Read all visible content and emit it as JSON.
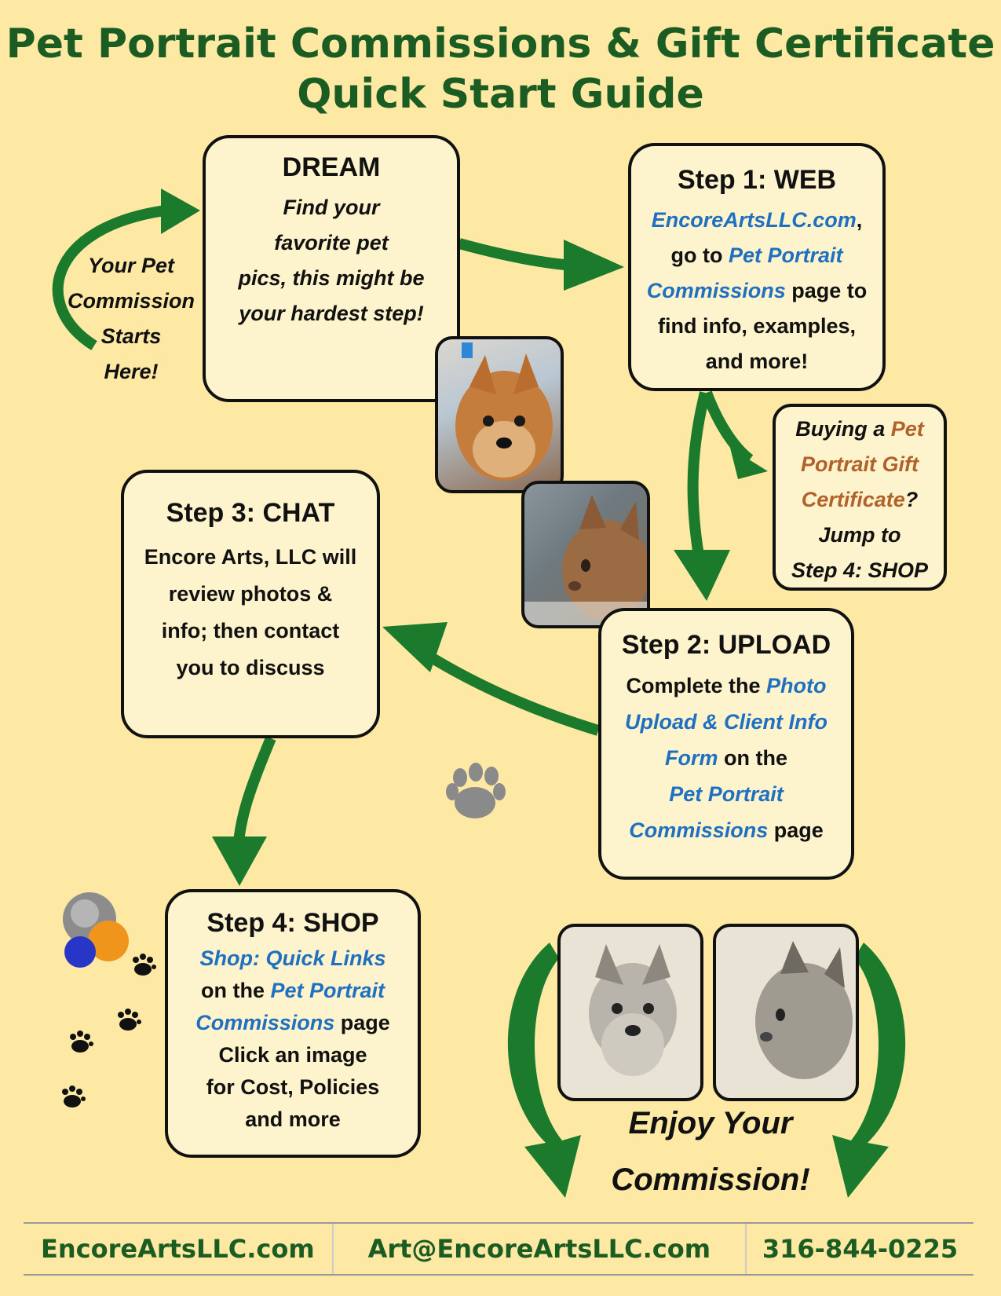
{
  "header": {
    "title_line1": "Pet Portrait Commissions & Gift Certificate",
    "title_line2": "Quick Start Guide"
  },
  "start_note": [
    "Your Pet",
    "Commission",
    "Starts",
    "Here!"
  ],
  "dream": {
    "heading": "DREAM",
    "lines": [
      "Find your",
      "favorite pet",
      "pics, this might be",
      "your hardest step!"
    ]
  },
  "step1": {
    "heading": "Step 1: WEB",
    "link_site": "EncoreArtsLLC.com",
    "comma": ",",
    "go_to": "go to ",
    "link_page1": "Pet Portrait",
    "link_page2": "Commissions",
    "page_to": " page to",
    "line4": "find info, examples,",
    "line5": "and more!"
  },
  "gift": {
    "buying": "Buying a ",
    "pet": "Pet",
    "portrait_gift": "Portrait Gift",
    "certificate": "Certificate",
    "qmark": "?",
    "jump": "Jump to",
    "target": "Step 4: SHOP"
  },
  "step2": {
    "heading": "Step 2: UPLOAD",
    "complete": "Complete the ",
    "photo": "Photo",
    "upload_info": "Upload & Client Info",
    "form": "Form",
    "on_the": " on the",
    "pet_portrait": "Pet Portrait",
    "commissions": "Commissions",
    "page": " page"
  },
  "step3": {
    "heading": "Step 3: CHAT",
    "lines": [
      "Encore Arts, LLC will",
      "review photos &",
      "info; then contact",
      "you to discuss"
    ]
  },
  "step4": {
    "heading": "Step 4: SHOP",
    "shop_links": "Shop: Quick Links",
    "on_the": "on the ",
    "pet_portrait": "Pet Portrait",
    "commissions": "Commissions",
    "page": " page",
    "line4": "Click an image",
    "line5": "for Cost, Policies",
    "line6": "and more"
  },
  "enjoy": {
    "line1": "Enjoy Your",
    "line2": "Commission!"
  },
  "footer": {
    "website": "EncoreArtsLLC.com",
    "email": "Art@EncoreArtsLLC.com",
    "phone": "316-844-0225"
  },
  "colors": {
    "title_green": "#1a5c22",
    "arrow_green": "#1b7a2c",
    "link_blue": "#1f70c1",
    "gift_brown": "#b0622a",
    "background": "#fde9a4"
  },
  "icons": [
    "paw-print-icon",
    "ball-toys-icon",
    "yorkie-photo",
    "cat-photo",
    "yorkie-sketch",
    "cat-sketch"
  ]
}
